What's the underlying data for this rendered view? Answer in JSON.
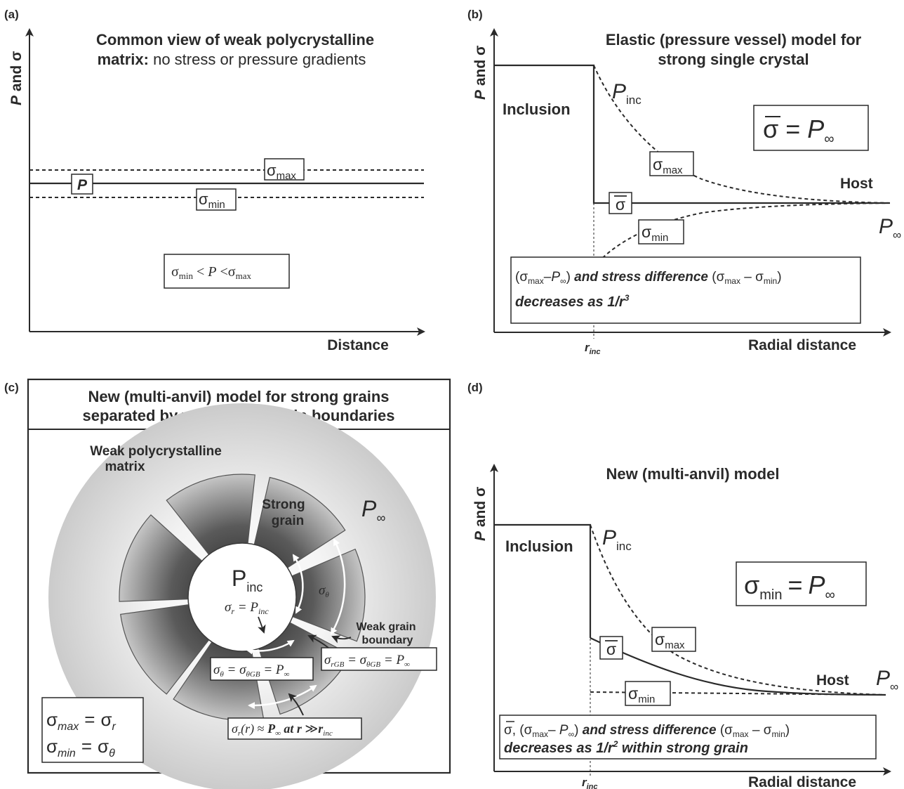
{
  "panel_a": {
    "letter": "(a)",
    "title_line1": "Common view of weak polycrystalline",
    "title_line2_bold": "matrix:",
    "title_line2_rest": " no stress or pressure gradients",
    "ylabel_p": "P",
    "ylabel_rest": " and σ",
    "xlabel": "Distance",
    "label_P": "P",
    "label_sigma": "σ",
    "sub_max": "max",
    "sub_min": "min",
    "inequality_lt": "<",
    "inequality_P": "P"
  },
  "panel_b": {
    "letter": "(b)",
    "title_line1": "Elastic (pressure vessel) model for",
    "title_line2": "strong single crystal",
    "ylabel_p": "P",
    "ylabel_rest": " and σ",
    "xlabel": "Radial distance",
    "inclusion": "Inclusion",
    "host": "Host",
    "p_symbol": "P",
    "sub_inc": "inc",
    "infinity": "∞",
    "sigma": "σ",
    "sub_max": "max",
    "sub_min": "min",
    "equals": "=",
    "r_label": "r",
    "note_bold": "and stress difference",
    "note_line2": "decreases as  1/r",
    "note_exp": "3",
    "minus": "–"
  },
  "panel_c": {
    "letter": "(c)",
    "title_line1": "New (multi-anvil) model for strong grains",
    "title_line2": "separated by weak radial grain boundaries",
    "matrix_line1": "Weak polycrystalline",
    "matrix_line2": "matrix",
    "grain_line1": "Strong",
    "grain_line2": "grain",
    "p_inf": "P",
    "infinity": "∞",
    "p_inc": "P",
    "sub_inc": "inc",
    "gb_line1": "Weak grain",
    "gb_line2": "boundary",
    "sigma": "σ",
    "theta": "θ",
    "sub_r": "r",
    "sub_rGB": "rGB",
    "sub_thetaGB": "θGB",
    "equals": "=",
    "approx": "≈",
    "at_r": "at r",
    "much_greater": "≫",
    "r_sym": "r",
    "sub_max": "max",
    "sub_min": "min",
    "sub_r_rhs": "r"
  },
  "panel_d": {
    "letter": "(d)",
    "title": "New (multi-anvil) model",
    "ylabel_p": "P",
    "ylabel_rest": " and σ",
    "xlabel": "Radial distance",
    "inclusion": "Inclusion",
    "host": "Host",
    "p_symbol": "P",
    "sub_inc": "inc",
    "infinity": "∞",
    "sigma": "σ",
    "sub_max": "max",
    "sub_min": "min",
    "equals": "=",
    "r_label": "r",
    "note_bold": "and stress difference",
    "note_line2": "decreases as 1/r",
    "note_exp": "2",
    "note_line2_rest": " within strong grain",
    "minus": "–",
    "comma": ","
  }
}
